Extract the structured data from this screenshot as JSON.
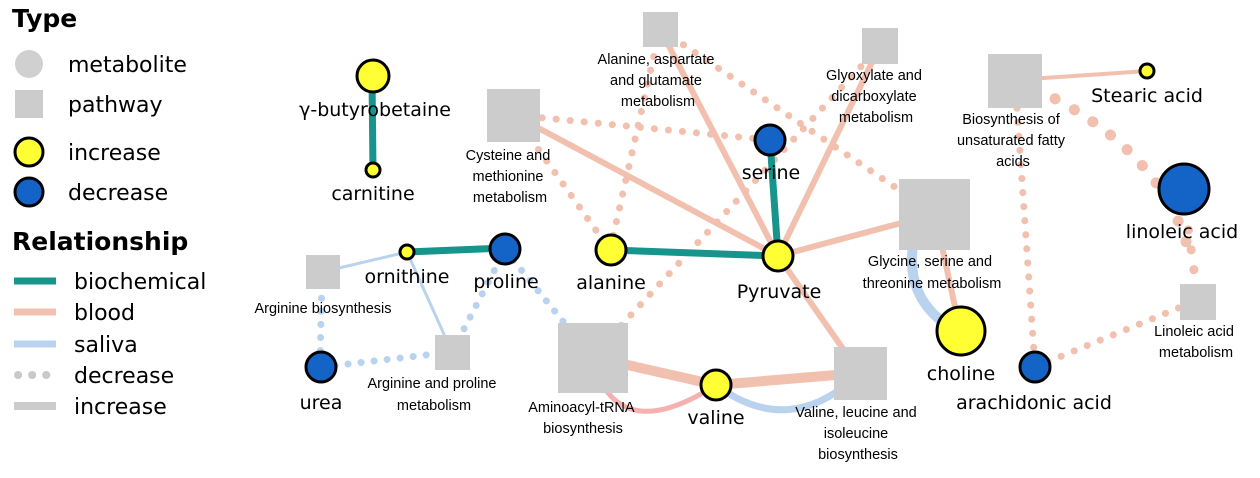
{
  "legend": {
    "type_heading": "Type",
    "type_items": [
      {
        "label": "metabolite",
        "symbol": "circle",
        "color": "#d0d0d0"
      },
      {
        "label": "pathway",
        "symbol": "square",
        "color": "#cccccc"
      },
      {
        "label": "increase",
        "symbol": "circle",
        "color": "#ffff33"
      },
      {
        "label": "decrease",
        "symbol": "circle",
        "color": "#1464c8"
      }
    ],
    "relationship_heading": "Relationship",
    "relationship_items": [
      {
        "label": "biochemical",
        "style": "solid",
        "color": "#17948c"
      },
      {
        "label": "blood",
        "style": "solid",
        "color": "#f2c0ae"
      },
      {
        "label": "saliva",
        "style": "solid",
        "color": "#b9d3ee"
      },
      {
        "label": "decrease",
        "style": "dotted",
        "color": "#c9c9c9"
      },
      {
        "label": "increase",
        "style": "solid",
        "color": "#cccccc"
      }
    ]
  },
  "colors": {
    "increase_fill": "#ffff33",
    "decrease_fill": "#1464c8",
    "pathway_fill": "#cccccc",
    "biochemical": "#17948c",
    "blood": "#f2c0ae",
    "blood_strong": "#f5b0b0",
    "saliva": "#b9d3ee",
    "node_stroke": "#000000"
  },
  "metabolites": [
    {
      "id": "ybut",
      "label": "γ-butyrobetaine",
      "status": "increase"
    },
    {
      "id": "carn",
      "label": "carnitine",
      "status": "increase"
    },
    {
      "id": "orni",
      "label": "ornithine",
      "status": "increase"
    },
    {
      "id": "prol",
      "label": "proline",
      "status": "decrease"
    },
    {
      "id": "urea",
      "label": "urea",
      "status": "decrease"
    },
    {
      "id": "alan",
      "label": "alanine",
      "status": "increase"
    },
    {
      "id": "pyru",
      "label": "Pyruvate",
      "status": "increase"
    },
    {
      "id": "seri",
      "label": "serine",
      "status": "decrease"
    },
    {
      "id": "vali",
      "label": "valine",
      "status": "increase"
    },
    {
      "id": "chol",
      "label": "choline",
      "status": "increase"
    },
    {
      "id": "stea",
      "label": "Stearic acid",
      "status": "increase"
    },
    {
      "id": "lino",
      "label": "linoleic acid",
      "status": "decrease"
    },
    {
      "id": "arac",
      "label": "arachidonic acid",
      "status": "decrease"
    }
  ],
  "pathways": [
    {
      "id": "argbio",
      "label_lines": [
        "Arginine biosynthesis"
      ]
    },
    {
      "id": "argpro",
      "label_lines": [
        "Arginine and proline",
        "metabolism"
      ]
    },
    {
      "id": "cysmet",
      "label_lines": [
        "Cysteine and",
        "methionine",
        "metabolism"
      ]
    },
    {
      "id": "alaasp",
      "label_lines": [
        "Alanine, aspartate",
        "and glutamate",
        "metabolism"
      ]
    },
    {
      "id": "glyox",
      "label_lines": [
        "Glyoxylate and",
        "dicarboxylate",
        "metabolism"
      ]
    },
    {
      "id": "unsat",
      "label_lines": [
        "Biosynthesis of",
        "unsaturated fatty",
        "acids"
      ]
    },
    {
      "id": "glyser",
      "label_lines": [
        "Glycine, serine and",
        "threonine metabolism"
      ]
    },
    {
      "id": "aminoa",
      "label_lines": [
        "Aminoacyl-tRNA",
        "biosynthesis"
      ]
    },
    {
      "id": "valleu",
      "label_lines": [
        "Valine, leucine and",
        "isoleucine",
        "biosynthesis"
      ]
    },
    {
      "id": "linmet",
      "label_lines": [
        "Linoleic acid",
        "metabolism"
      ]
    }
  ],
  "edges": [
    {
      "from": "ybut",
      "to": "carn",
      "relationship": "biochemical",
      "style": "solid"
    },
    {
      "from": "orni",
      "to": "prol",
      "relationship": "biochemical",
      "style": "solid"
    },
    {
      "from": "alan",
      "to": "pyru",
      "relationship": "biochemical",
      "style": "solid"
    },
    {
      "from": "seri",
      "to": "pyru",
      "relationship": "biochemical",
      "style": "solid"
    },
    {
      "from": "pyru",
      "to": "cysmet",
      "relationship": "blood",
      "style": "solid"
    },
    {
      "from": "pyru",
      "to": "alaasp",
      "relationship": "blood",
      "style": "solid"
    },
    {
      "from": "pyru",
      "to": "glyox",
      "relationship": "blood",
      "style": "solid"
    },
    {
      "from": "pyru",
      "to": "glyser",
      "relationship": "blood",
      "style": "solid"
    },
    {
      "from": "pyru",
      "to": "valleu",
      "relationship": "blood",
      "style": "solid"
    },
    {
      "from": "aminoa",
      "to": "vali",
      "relationship": "blood",
      "style": "solid"
    },
    {
      "from": "vali",
      "to": "valleu",
      "relationship": "blood",
      "style": "solid"
    },
    {
      "from": "aminoa",
      "to": "vali",
      "relationship": "blood",
      "style": "solid",
      "curved": true
    },
    {
      "from": "vali",
      "to": "valleu",
      "relationship": "saliva",
      "style": "solid",
      "curved": true
    },
    {
      "from": "glyser",
      "to": "chol",
      "relationship": "blood",
      "style": "solid"
    },
    {
      "from": "glyser",
      "to": "chol",
      "relationship": "saliva",
      "style": "solid",
      "curved": true
    },
    {
      "from": "unsat",
      "to": "stea",
      "relationship": "blood",
      "style": "solid"
    },
    {
      "from": "orni",
      "to": "argbio",
      "relationship": "saliva",
      "style": "solid"
    },
    {
      "from": "orni",
      "to": "argpro",
      "relationship": "saliva",
      "style": "solid"
    },
    {
      "from": "argbio",
      "to": "urea",
      "relationship": "saliva",
      "style": "dotted"
    },
    {
      "from": "urea",
      "to": "argpro",
      "relationship": "saliva",
      "style": "dotted"
    },
    {
      "from": "argpro",
      "to": "prol",
      "relationship": "saliva",
      "style": "dotted"
    },
    {
      "from": "prol",
      "to": "aminoa",
      "relationship": "saliva",
      "style": "dotted"
    },
    {
      "from": "cysmet",
      "to": "seri",
      "relationship": "blood",
      "style": "dotted"
    },
    {
      "from": "cysmet",
      "to": "alan",
      "relationship": "blood",
      "style": "dotted"
    },
    {
      "from": "alaasp",
      "to": "alan",
      "relationship": "blood",
      "style": "dotted"
    },
    {
      "from": "glyox",
      "to": "aminoa",
      "relationship": "blood",
      "style": "dotted"
    },
    {
      "from": "alaasp",
      "to": "glyser",
      "relationship": "blood",
      "style": "dotted"
    },
    {
      "from": "unsat",
      "to": "lino",
      "relationship": "blood",
      "style": "dotted"
    },
    {
      "from": "unsat",
      "to": "arac",
      "relationship": "blood",
      "style": "dotted"
    },
    {
      "from": "lino",
      "to": "linmet",
      "relationship": "blood",
      "style": "dotted"
    },
    {
      "from": "arac",
      "to": "linmet",
      "relationship": "blood",
      "style": "dotted"
    }
  ]
}
